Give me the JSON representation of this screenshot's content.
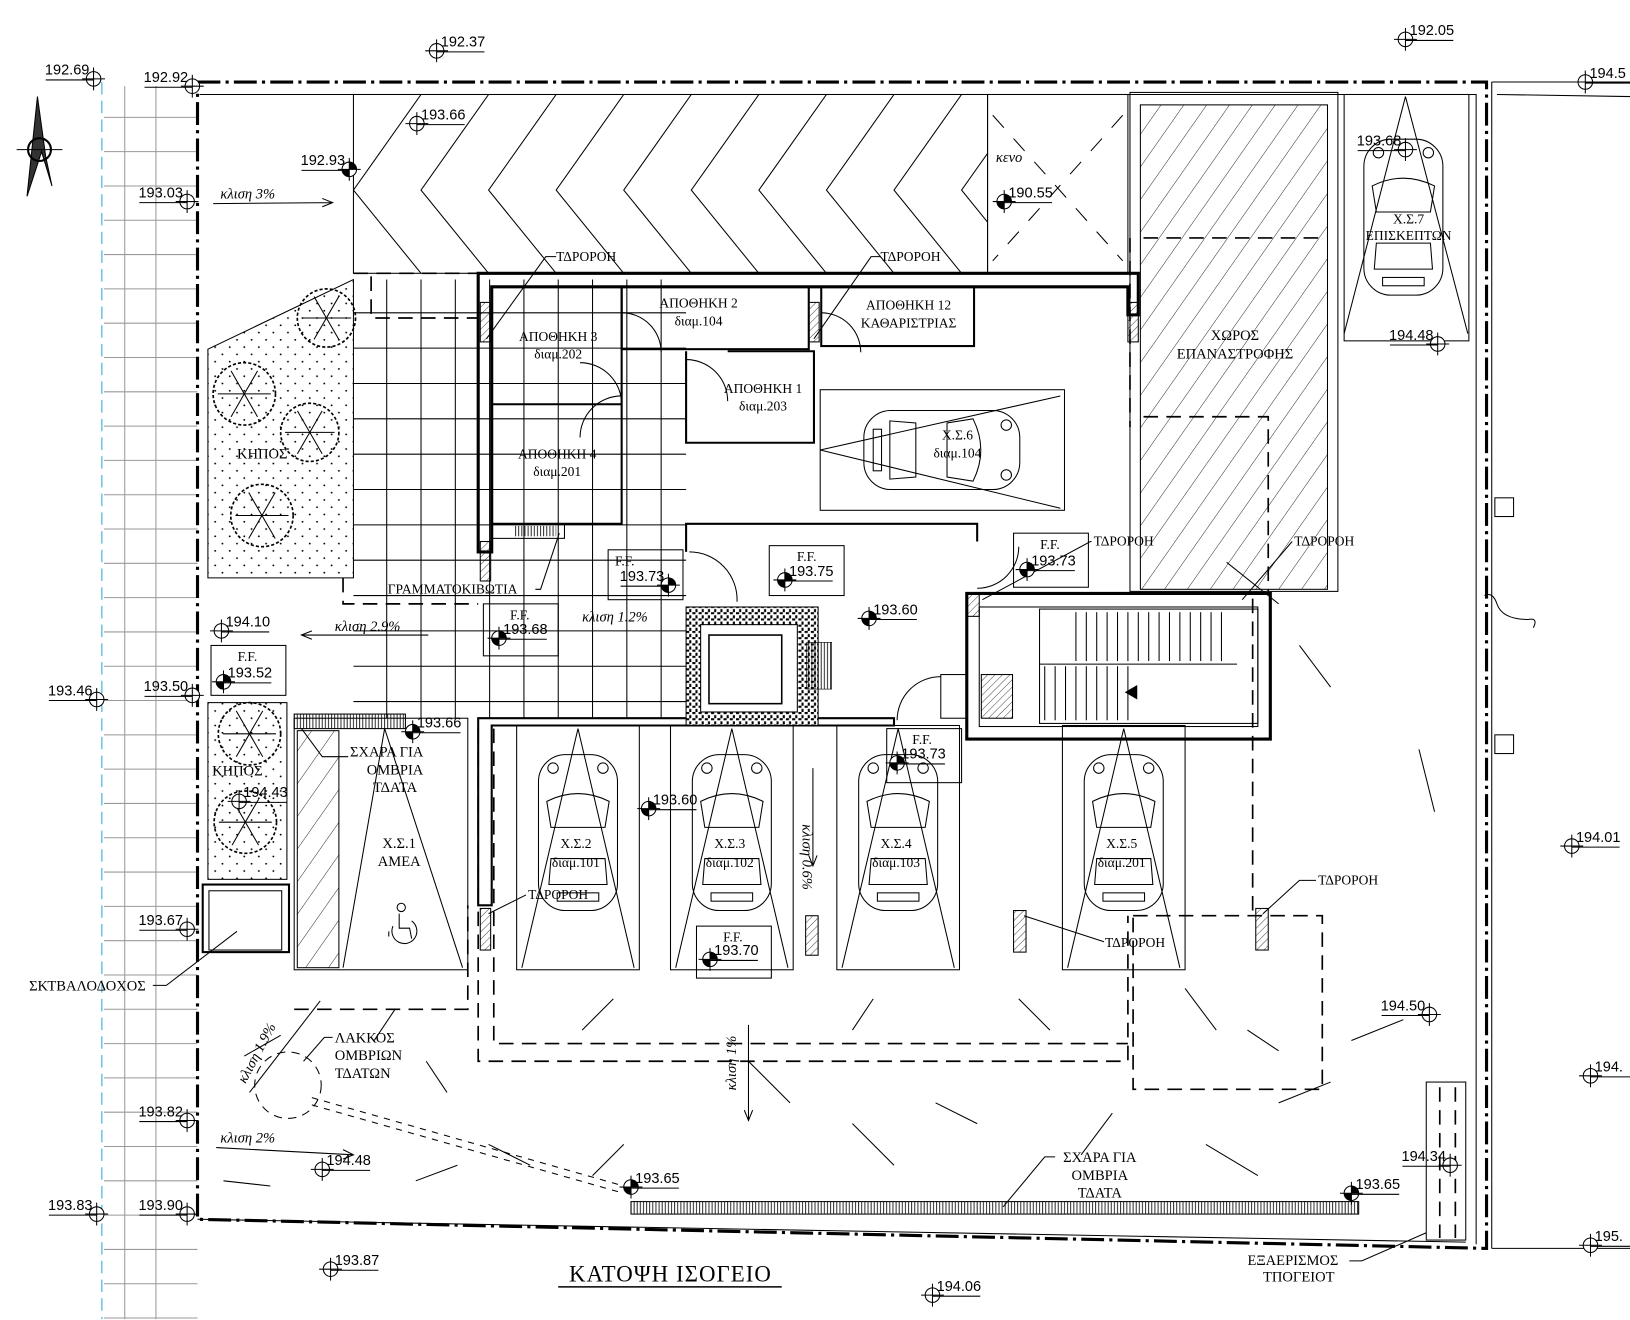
{
  "title": "ΚΑΤΟΨΗ ΙΣΟΓΕΙΟ",
  "ff_label": "F.F.",
  "rooms": {
    "storage3": {
      "name": "ΑΠΟΘΗΚΗ 3",
      "sub": "διαμ.202"
    },
    "storage2": {
      "name": "ΑΠΟΘΗΚΗ 2",
      "sub": "διαμ.104"
    },
    "storage12": {
      "name": "ΑΠΟΘΗΚΗ 12",
      "sub": "ΚΑΘΑΡΙΣΤΡΙΑΣ"
    },
    "storage1": {
      "name": "ΑΠΟΘΗΚΗ 1",
      "sub": "διαμ.203"
    },
    "storage4": {
      "name": "ΑΠΟΘΗΚΗ 4",
      "sub": "διαμ.201"
    },
    "turning": {
      "name": "ΧΩΡΟΣ",
      "sub": "ΕΠΑΝΑΣΤΡΟΦΗΣ"
    },
    "void": "κενο",
    "garden": "ΚΗΠΟΣ"
  },
  "parking": {
    "p1": {
      "name": "Χ.Σ.1",
      "sub": "ΑΜΕΑ"
    },
    "p2": {
      "name": "Χ.Σ.2",
      "sub": "διαμ.101"
    },
    "p3": {
      "name": "Χ.Σ.3",
      "sub": "διαμ.102"
    },
    "p4": {
      "name": "Χ.Σ.4",
      "sub": "διαμ.103"
    },
    "p5": {
      "name": "Χ.Σ.5",
      "sub": "διαμ.201"
    },
    "p6": {
      "name": "Χ.Σ.6",
      "sub": "διαμ.104"
    },
    "p7": {
      "name": "Χ.Σ.7",
      "sub": "ΕΠΙΣΚΕΠΤΩΝ"
    }
  },
  "annotations": {
    "drain": "ΤΔΡΟΡΟΗ",
    "mailboxes": "ΓΡΑΜΜΑΤΟΚΙΒΩΤΙΑ",
    "grate": [
      "ΣΧΑΡΑ ΓΙΑ",
      "ΟΜΒΡΙΑ",
      "ΤΔΑΤΑ"
    ],
    "bin": "ΣΚΤΒΑΛΟΔΟΧΟΣ",
    "pit": [
      "ΛΑΚΚΟΣ",
      "ΟΜΒΡΙΩΝ",
      "ΤΔΑΤΩΝ"
    ],
    "vent": [
      "ΕΞΑΕΡΙΣΜΟΣ",
      "ΤΠΟΓΕΙΟΤ"
    ],
    "slopes": [
      "κλιση 3%",
      "κλιση 2.9%",
      "κλιση 1.2%",
      "κλιση 0.6%",
      "κλιση 1%",
      "κλιση 1.9%",
      "κλιση 2%"
    ]
  },
  "levels": [
    "192.69",
    "192.92",
    "192.37",
    "193.66",
    "192.93",
    "193.03",
    "190.55",
    "192.05",
    "194.5",
    "193.68",
    "194.48",
    "194.10",
    "193.52",
    "193.46",
    "193.50",
    "193.68",
    "193.73",
    "193.75",
    "193.60",
    "193.73",
    "193.66",
    "194.43",
    "193.60",
    "193.73",
    "193.70",
    "194.01",
    "193.67",
    "194.50",
    "194.",
    "193.82",
    "194.48",
    "194.34",
    "193.65",
    "193.65",
    "193.83",
    "193.90",
    "193.87",
    "194.06",
    "195."
  ]
}
